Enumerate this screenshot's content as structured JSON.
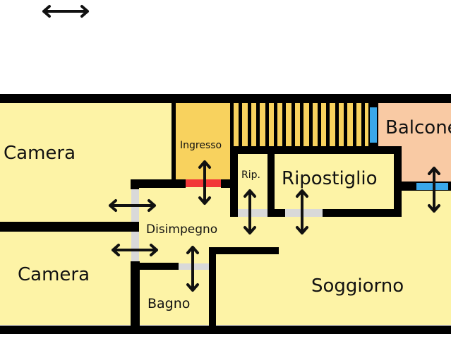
{
  "colors": {
    "room": "#fdf3a6",
    "entrance": "#f8d25e",
    "stairs": "#f8d25e",
    "balcony": "#f9caa4",
    "wall": "#000000",
    "main_door": "#f23838",
    "window": "#3aa7e9",
    "opening": "#d9d9d9"
  },
  "legend": {
    "arrow_icon": "double-arrow-icon"
  },
  "rooms": {
    "camera_top": "Camera",
    "ingresso": "Ingresso",
    "rip": "Rip.",
    "ripostiglio": "Ripostiglio",
    "balcone": "Balcone",
    "disimpegno": "Disimpegno",
    "camera_bottom": "Camera",
    "bagno": "Bagno",
    "soggiorno": "Soggiorno"
  }
}
